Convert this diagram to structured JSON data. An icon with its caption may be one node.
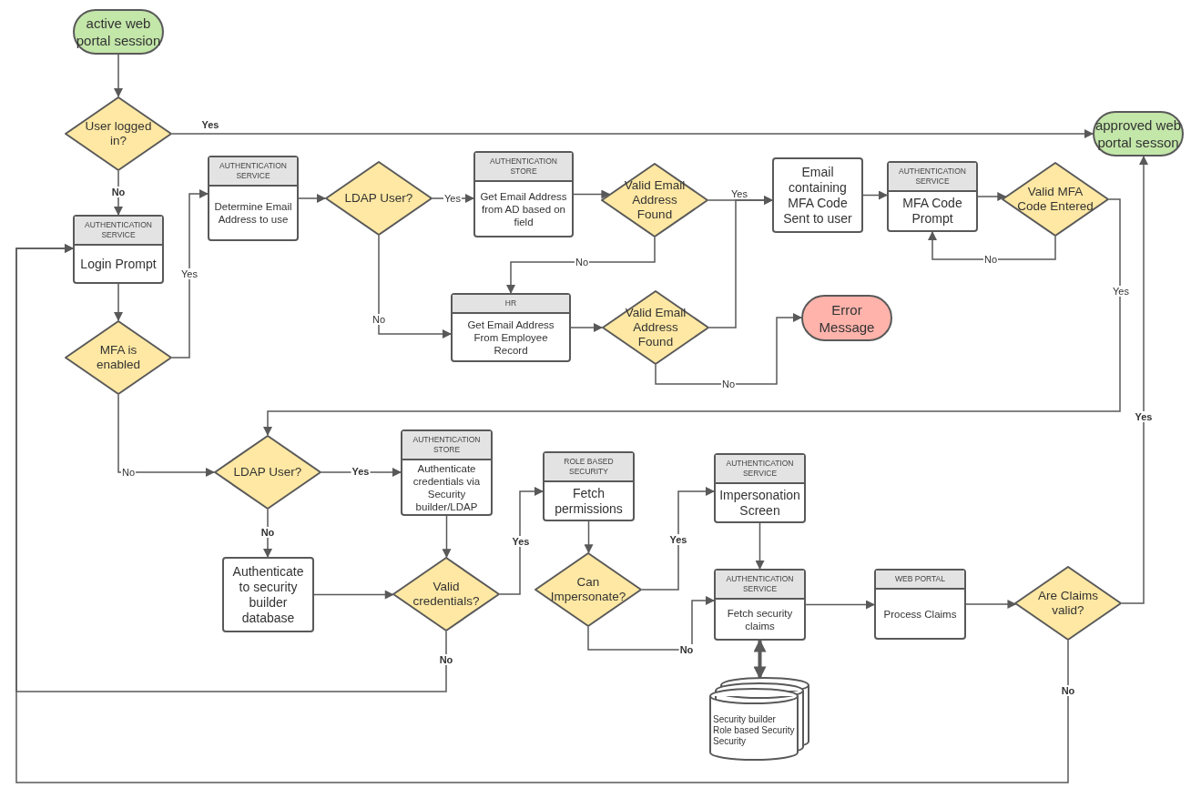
{
  "diagram": {
    "nodes": [
      {
        "text": [
          "active web portal session"
        ]
      },
      {
        "text": [
          "User logged in?"
        ]
      },
      {
        "text": [
          "approved web portal sesson"
        ]
      },
      {
        "text": [
          "AUTHENTICATION SERVICE",
          "Login Prompt"
        ]
      },
      {
        "text": [
          "AUTHENTICATION SERVICE",
          "Determine Email Address to use"
        ]
      },
      {
        "text": [
          "LDAP User?"
        ]
      },
      {
        "text": [
          "AUTHENTICATION STORE",
          "Get Email Address from AD based on field"
        ]
      },
      {
        "text": [
          "Valid Email Address Found"
        ]
      },
      {
        "text": [
          "Email containing MFA Code Sent to user"
        ]
      },
      {
        "text": [
          "AUTHENTICATION SERVICE",
          "MFA Code Prompt"
        ]
      },
      {
        "text": [
          "Valid MFA Code Entered"
        ]
      },
      {
        "text": [
          "MFA is enabled"
        ]
      },
      {
        "text": [
          "HR",
          "Get Email Address From Employee Record"
        ]
      },
      {
        "text": [
          "Valid Email Address Found"
        ]
      },
      {
        "text": [
          "Error Message"
        ]
      },
      {
        "text": [
          "LDAP User?"
        ]
      },
      {
        "text": [
          "AUTHENTICATION STORE",
          "Authenticate credentials via Security builder/LDAP"
        ]
      },
      {
        "text": [
          "ROLE BASED SECURITY",
          "Fetch permissions"
        ]
      },
      {
        "text": [
          "AUTHENTICATION SERVICE",
          "Impersonation Screen"
        ]
      },
      {
        "text": [
          "Authenticate to security builder database"
        ]
      },
      {
        "text": [
          "Valid credentials?"
        ]
      },
      {
        "text": [
          "Can Impersonate?"
        ]
      },
      {
        "text": [
          "AUTHENTICATION SERVICE",
          "Fetch security claims"
        ]
      },
      {
        "text": [
          "WEB PORTAL",
          "Process Claims"
        ]
      },
      {
        "text": [
          "Are Claims valid?"
        ]
      },
      {
        "text": [
          "Security builder",
          "Role based Security",
          "Security"
        ]
      }
    ],
    "edges": [
      {
        "from": 0,
        "to": 1,
        "arrow": "to"
      },
      {
        "from": 1,
        "to": 2,
        "arrow": "to",
        "label": "Yes"
      },
      {
        "from": 1,
        "to": 3,
        "arrow": "to",
        "label": "No"
      },
      {
        "from": 3,
        "to": 11,
        "arrow": "to"
      },
      {
        "from": 11,
        "to": 4,
        "arrow": "to",
        "label": "Yes"
      },
      {
        "from": 4,
        "to": 5,
        "arrow": "to"
      },
      {
        "from": 5,
        "to": 6,
        "arrow": "to",
        "label": "Yes"
      },
      {
        "from": 6,
        "to": 7,
        "arrow": "to"
      },
      {
        "from": 7,
        "to": 8,
        "arrow": "to",
        "label": "Yes"
      },
      {
        "from": 7,
        "to": 12,
        "arrow": "to",
        "label": "No"
      },
      {
        "from": 5,
        "to": 12,
        "arrow": "to",
        "label": "No"
      },
      {
        "from": 12,
        "to": 13,
        "arrow": "to"
      },
      {
        "from": 13,
        "to": 8,
        "arrow": "to"
      },
      {
        "from": 13,
        "to": 14,
        "arrow": "to",
        "label": "No"
      },
      {
        "from": 8,
        "to": 9,
        "arrow": "to"
      },
      {
        "from": 9,
        "to": 10,
        "arrow": "to"
      },
      {
        "from": 10,
        "to": 9,
        "arrow": "to",
        "label": "No"
      },
      {
        "from": 10,
        "to": 15,
        "arrow": "to",
        "label": "Yes"
      },
      {
        "from": 11,
        "to": 15,
        "arrow": "to",
        "label": "No"
      },
      {
        "from": 15,
        "to": 16,
        "arrow": "to",
        "label": "Yes"
      },
      {
        "from": 15,
        "to": 19,
        "arrow": "to",
        "label": "No"
      },
      {
        "from": 16,
        "to": 20,
        "arrow": "to"
      },
      {
        "from": 19,
        "to": 20,
        "arrow": "to"
      },
      {
        "from": 20,
        "to": 17,
        "arrow": "to",
        "label": "Yes"
      },
      {
        "from": 20,
        "to": 3,
        "arrow": "to",
        "label": "No"
      },
      {
        "from": 17,
        "to": 21,
        "arrow": "to"
      },
      {
        "from": 21,
        "to": 18,
        "arrow": "to",
        "label": "Yes"
      },
      {
        "from": 21,
        "to": 22,
        "arrow": "to",
        "label": "No"
      },
      {
        "from": 18,
        "to": 22,
        "arrow": "to"
      },
      {
        "from": 22,
        "to": 23,
        "arrow": "to"
      },
      {
        "from": 23,
        "to": 24,
        "arrow": "to"
      },
      {
        "from": 22,
        "to": 25,
        "arrow": "both",
        "style": "thick"
      },
      {
        "from": 24,
        "to": 2,
        "arrow": "to",
        "label": "Yes"
      },
      {
        "from": 24,
        "to": 3,
        "arrow": "to",
        "label": "No"
      }
    ]
  }
}
